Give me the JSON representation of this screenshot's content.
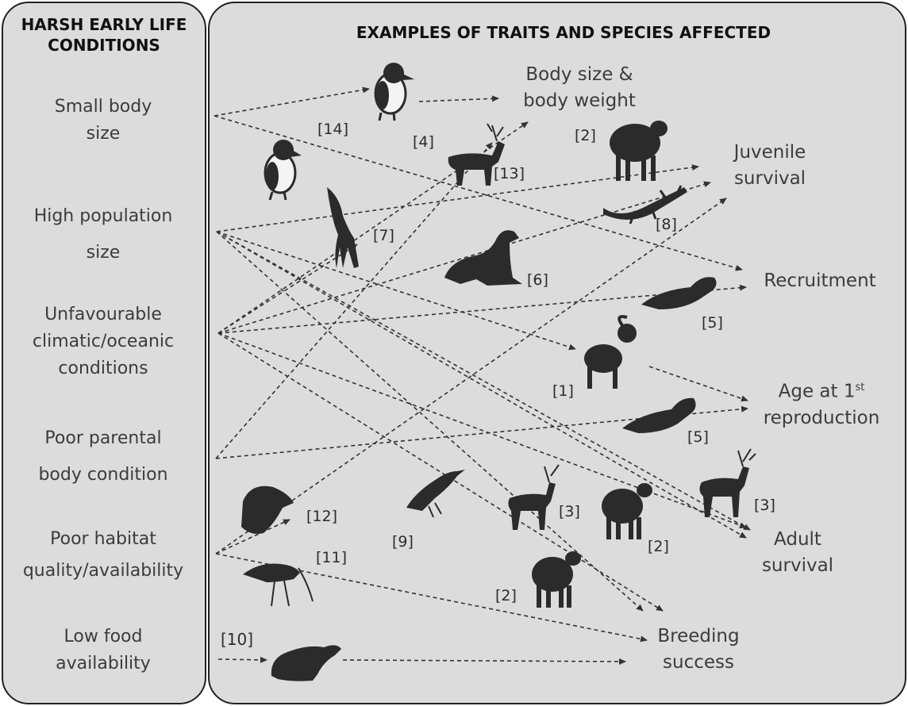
{
  "headers": {
    "left": [
      "HARSH EARLY LIFE",
      "CONDITIONS"
    ],
    "right": "EXAMPLES OF TRAITS AND SPECIES AFFECTED"
  },
  "conditions": [
    [
      "Small body",
      "size"
    ],
    [
      "High population",
      "size"
    ],
    [
      "Unfavourable",
      "climatic/oceanic",
      "conditions"
    ],
    [
      "Poor parental",
      "body condition"
    ],
    [
      "Poor habitat",
      "quality/availability"
    ],
    [
      "Low food",
      "availability"
    ]
  ],
  "traits": {
    "body": [
      "Body size &",
      "body weight"
    ],
    "juvenile": [
      "Juvenile",
      "survival"
    ],
    "recruitment": [
      "Recruitment"
    ],
    "age_line1": "Age at 1",
    "age_sup": "st",
    "age_line2": "reproduction",
    "adult": [
      "Adult",
      "survival"
    ],
    "breeding": [
      "Breeding",
      "success"
    ]
  },
  "references": {
    "puffin_top": "[14]",
    "deer_top_left": "[4]",
    "sheep_top": "[2]",
    "deer_top_right": "[13]",
    "lizard": "[8]",
    "squid": "[7]",
    "sea_lion": "[6]",
    "seal_top": "[5]",
    "ram": "[1]",
    "seal_mid": "[5]",
    "deer_right": "[3]",
    "deer_mid": "[3]",
    "sheep_mid": "[2]",
    "eagle": "[12]",
    "crow": "[9]",
    "curlew": "[11]",
    "sheep_bottom": "[2]",
    "otter": "[10]"
  },
  "colors": {
    "panel": "#dcdcdc",
    "border": "#222222",
    "arrow": "#333333",
    "silhouette": "#2b2b2b"
  }
}
